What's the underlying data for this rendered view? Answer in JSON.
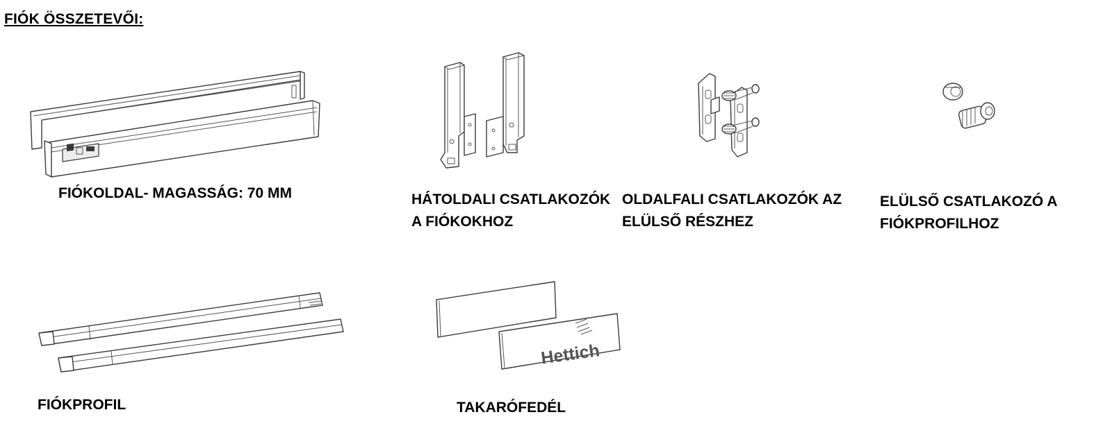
{
  "heading": "FIÓK ÖSSZETEVŐI:",
  "components": {
    "drawer_side": {
      "label": "FIÓKOLDAL- MAGASSÁG: 70 MM"
    },
    "rear_connectors": {
      "label_line1": "HÁTOLDALI CSATLAKOZÓK",
      "label_line2": "A FIÓKOKHOZ"
    },
    "side_wall_connectors": {
      "label_line1": "OLDALFALI CSATLAKOZÓK AZ",
      "label_line2": "ELÜLSŐ RÉSZHEZ"
    },
    "front_connector": {
      "label_line1": "ELÜLSŐ CSATLAKOZÓ A",
      "label_line2": "FIÓKPROFILHOZ"
    },
    "drawer_profile": {
      "label": "FIÓKPROFIL"
    },
    "cover_cap": {
      "label": "TAKARÓFEDÉL",
      "logo_text": "Hettich"
    }
  }
}
